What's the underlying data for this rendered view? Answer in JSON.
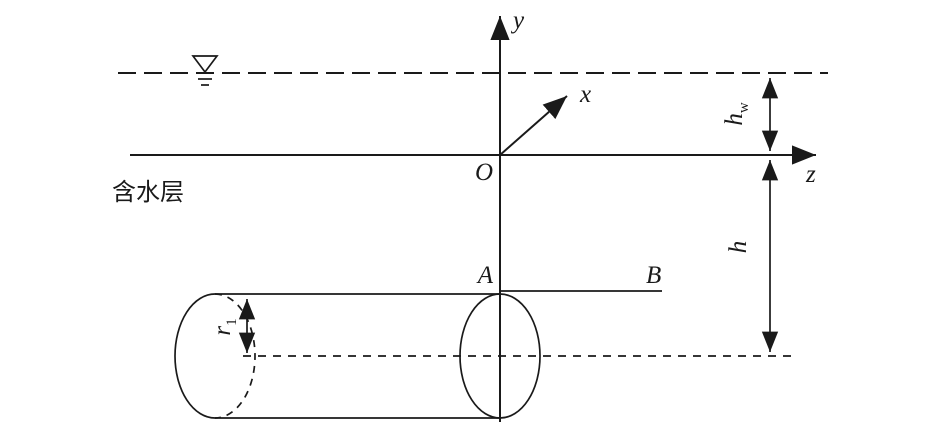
{
  "labels": {
    "y_axis": "y",
    "x_axis": "x",
    "z_axis": "z",
    "origin": "O",
    "aquifer": "含水层",
    "point_a": "A",
    "point_b": "B",
    "dim_hw_base": "h",
    "dim_hw_sub": "w",
    "dim_h": "h",
    "radius_base": "r",
    "radius_sub": "1"
  },
  "colors": {
    "line": "#1a1a1a",
    "background": "#ffffff"
  }
}
